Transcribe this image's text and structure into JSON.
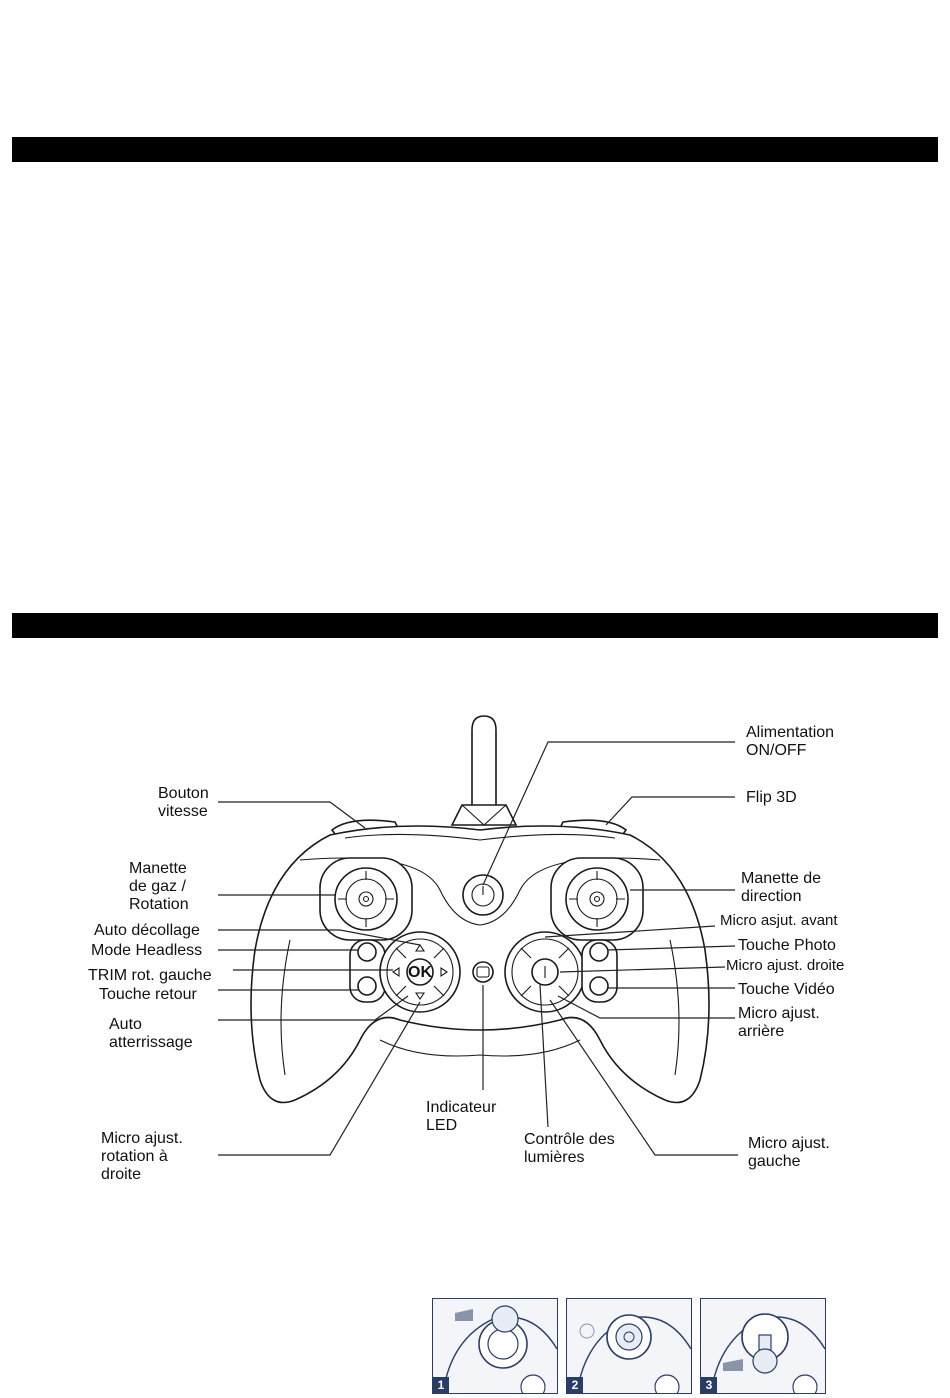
{
  "labels": {
    "power": [
      "Alimentation",
      "ON/OFF"
    ],
    "speed": [
      "Bouton",
      "vitesse"
    ],
    "flip": "Flip 3D",
    "throttle": [
      "Manette",
      "de gaz /",
      "Rotation"
    ],
    "direction": [
      "Manette de",
      "direction"
    ],
    "auto_takeoff": "Auto décollage",
    "headless": "Mode Headless",
    "trim_left": "TRIM rot. gauche",
    "return": "Touche retour",
    "auto_landing": [
      "Auto",
      "atterrissage"
    ],
    "trim_forward": "Micro asjut. avant",
    "photo": "Touche Photo",
    "trim_right": "Micro ajust. droite",
    "video": "Touche Vidéo",
    "trim_back": [
      "Micro ajust.",
      "arrière"
    ],
    "trim_rot_right": [
      "Micro ajust.",
      "rotation à",
      "droite"
    ],
    "led": [
      "Indicateur",
      "LED"
    ],
    "lights": [
      "Contrôle des",
      "lumières"
    ],
    "trim_left_bottom": [
      "Micro ajust.",
      "gauche"
    ],
    "ok_glyph": "OK"
  },
  "steps": [
    {
      "number": "1"
    },
    {
      "number": "2"
    },
    {
      "number": "3"
    }
  ],
  "colors": {
    "bar": "#000000",
    "step_frame": "#2a3d66"
  }
}
